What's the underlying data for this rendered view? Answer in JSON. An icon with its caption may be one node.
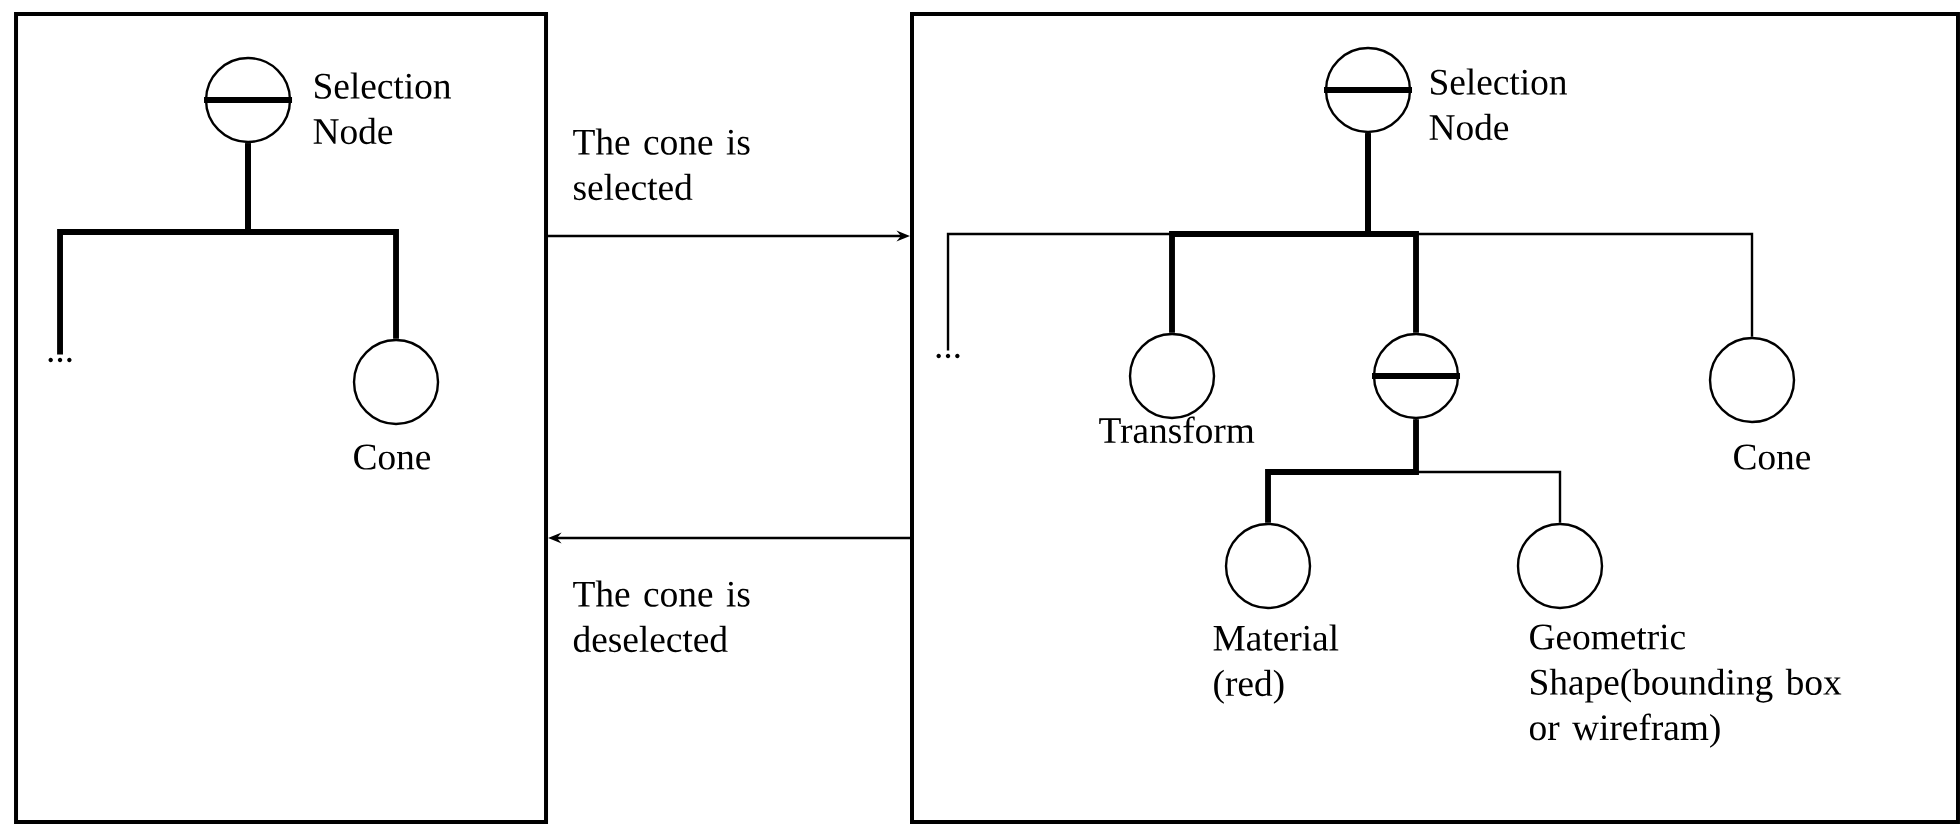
{
  "diagram": {
    "nodes": [
      {
        "text": [],
        "shape": "box"
      },
      {
        "text": [],
        "shape": "circle",
        "beside": [
          "Selection Node"
        ],
        "in": 0
      },
      {
        "text": [
          "..."
        ],
        "in": 0
      },
      {
        "text": [],
        "shape": "circle",
        "beside": [
          "Cone"
        ],
        "in": 0
      },
      {
        "text": [],
        "shape": "box"
      },
      {
        "text": [],
        "shape": "circle",
        "beside": [
          "Selection Node"
        ],
        "in": 4
      },
      {
        "text": [
          "..."
        ],
        "in": 4
      },
      {
        "text": [],
        "shape": "circle",
        "beside": [
          "Transform"
        ],
        "in": 4
      },
      {
        "text": [],
        "shape": "circle",
        "in": 4
      },
      {
        "text": [],
        "shape": "circle",
        "beside": [
          "Cone"
        ],
        "in": 4
      },
      {
        "text": [],
        "shape": "circle",
        "beside": [
          "Material (red)"
        ],
        "in": 4
      },
      {
        "text": [],
        "shape": "circle",
        "beside": [
          "Geometric Shape(bounding box or wirefram)"
        ],
        "in": 4
      }
    ],
    "edges": [
      {
        "from": 1,
        "to": 2,
        "arrow": "none",
        "style": "thick"
      },
      {
        "from": 1,
        "to": 3,
        "arrow": "none",
        "style": "thick"
      },
      {
        "from": 0,
        "to": 4,
        "arrow": "to",
        "label": "The cone is selected"
      },
      {
        "from": 4,
        "to": 0,
        "arrow": "to",
        "label": "The cone is deselected"
      },
      {
        "from": 5,
        "to": 6,
        "arrow": "none"
      },
      {
        "from": 5,
        "to": 7,
        "arrow": "none",
        "style": "thick"
      },
      {
        "from": 5,
        "to": 8,
        "arrow": "none",
        "style": "thick"
      },
      {
        "from": 5,
        "to": 9,
        "arrow": "none"
      },
      {
        "from": 8,
        "to": 10,
        "arrow": "none",
        "style": "thick"
      },
      {
        "from": 8,
        "to": 11,
        "arrow": "none"
      }
    ]
  }
}
